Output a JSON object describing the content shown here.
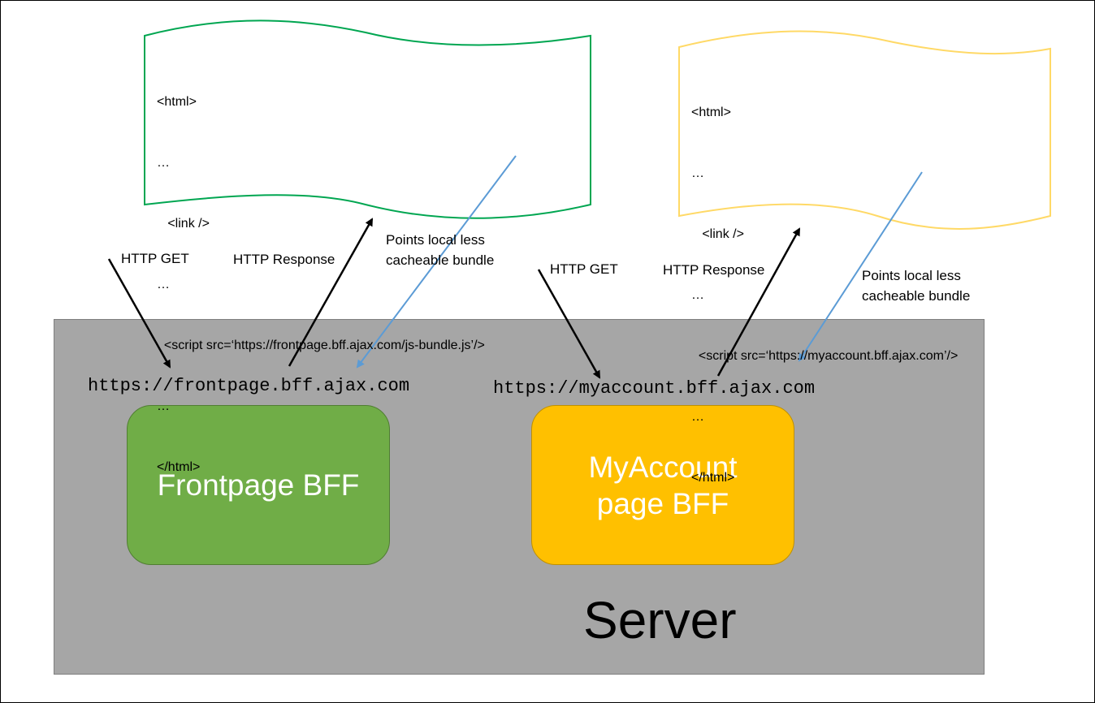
{
  "left_doc": {
    "lines": [
      "<html>",
      "…",
      "   <link />",
      "…",
      "  <script src=‘https://frontpage.bff.ajax.com/js-bundle.js’/>",
      "…",
      "</html>"
    ],
    "border_color": "#00a651"
  },
  "right_doc": {
    "lines": [
      "<html>",
      "…",
      "   <link />",
      "…",
      "  <script src=‘https://myaccount.bff.ajax.com’/>",
      "…",
      "</html>"
    ],
    "border_color": "#ffd966"
  },
  "labels": {
    "http_get_left": "HTTP GET",
    "http_response_left": "HTTP Response",
    "points_left_1": "Points local less",
    "points_left_2": "cacheable bundle",
    "http_get_right": "HTTP GET",
    "http_response_right": "HTTP Response",
    "points_right_1": "Points local less",
    "points_right_2": "cacheable bundle"
  },
  "server": {
    "label": "Server",
    "frontpage_url": "https://frontpage.bff.ajax.com",
    "myaccount_url": "https://myaccount.bff.ajax.com",
    "frontpage_bff_line1": "Frontpage BFF",
    "myaccount_bff_line1": "MyAccount",
    "myaccount_bff_line2": "page BFF"
  },
  "colors": {
    "frontpage_bff": "#70ad47",
    "myaccount_bff": "#ffc000",
    "server_bg": "#a6a6a6",
    "blue_arrow": "#5b9bd5"
  }
}
